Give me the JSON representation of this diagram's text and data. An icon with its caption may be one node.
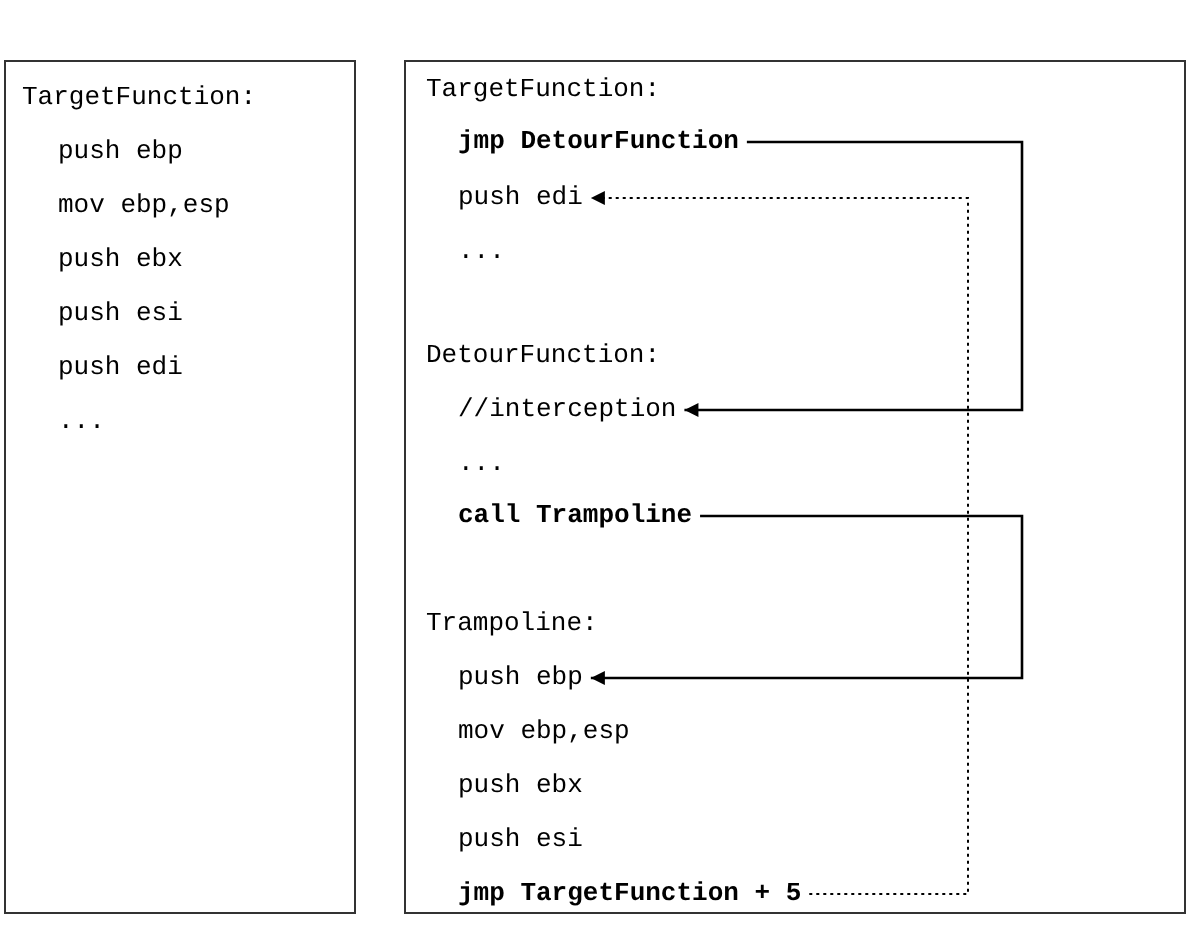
{
  "diagram": {
    "nodes": [
      {
        "text": [
          "TargetFunction:",
          "push ebp",
          "mov ebp,esp",
          "push ebx",
          "push esi",
          "push edi",
          "..."
        ]
      },
      {
        "text": [],
        "shape": "box"
      },
      {
        "text": [
          "TargetFunction:"
        ],
        "in": 1
      },
      {
        "text": [
          "jmp DetourFunction"
        ],
        "in": 1
      },
      {
        "text": [
          "push edi"
        ],
        "in": 1
      },
      {
        "text": [
          "..."
        ],
        "in": 1
      },
      {
        "text": [
          "DetourFunction:"
        ],
        "in": 1
      },
      {
        "text": [
          "//interception"
        ],
        "in": 1
      },
      {
        "text": [
          "..."
        ],
        "in": 1
      },
      {
        "text": [
          "call Trampoline"
        ],
        "in": 1
      },
      {
        "text": [
          "Trampoline:"
        ],
        "in": 1
      },
      {
        "text": [
          "push ebp"
        ],
        "in": 1
      },
      {
        "text": [
          "mov ebp,esp"
        ],
        "in": 1
      },
      {
        "text": [
          "push ebx"
        ],
        "in": 1
      },
      {
        "text": [
          "push esi"
        ],
        "in": 1
      },
      {
        "text": [
          "jmp TargetFunction + 5"
        ],
        "in": 1
      }
    ],
    "edges": [
      {
        "from": 3,
        "to": 7,
        "arrow": "to"
      },
      {
        "from": 9,
        "to": 11,
        "arrow": "to"
      },
      {
        "from": 15,
        "to": 4,
        "arrow": "to",
        "style": "dashed"
      }
    ]
  }
}
